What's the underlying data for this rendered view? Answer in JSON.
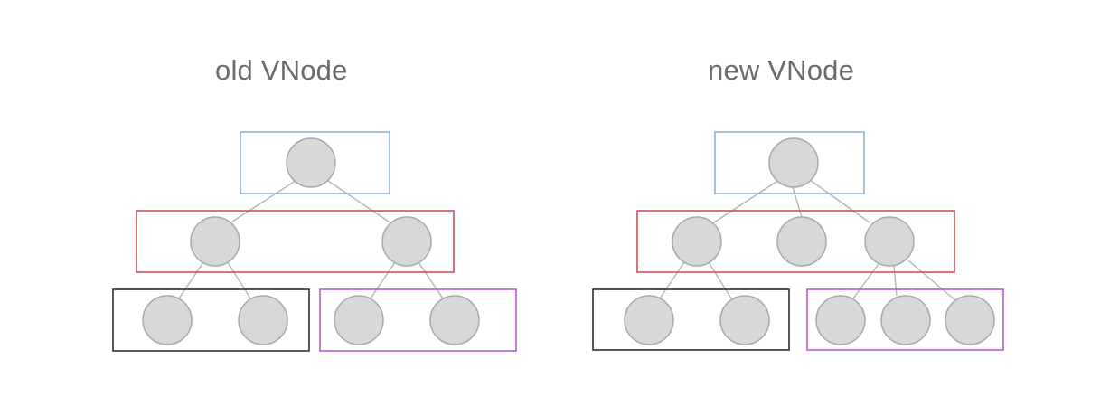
{
  "titles": {
    "old": "old VNode",
    "new": "new VNode"
  },
  "colors": {
    "root_level_box": "#8fb1d6",
    "level_two_box": "#c9525f",
    "left_subtree_box": "#2f2f2f",
    "right_subtree_box": "#b45cd0",
    "node_fill": "#d8d8d8",
    "node_stroke": "#a9a9a9",
    "edge": "#b5b5b5"
  },
  "trees": {
    "old": {
      "root_children": 2,
      "left_child_children": 2,
      "right_child_children": 2
    },
    "new": {
      "root_children": 3,
      "left_child_children": 2,
      "right_child_children": 3
    }
  }
}
